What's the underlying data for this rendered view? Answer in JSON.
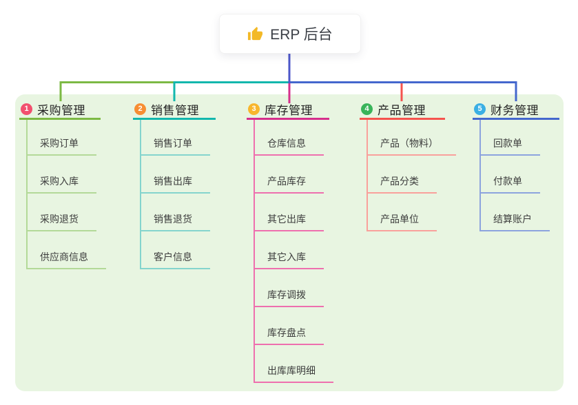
{
  "root": {
    "label": "ERP 后台",
    "icon": "thumbs-up",
    "icon_color": "#f3b927"
  },
  "panel": {
    "background": "#e8f5e1"
  },
  "connectors": {
    "root_color": "#4c56c9"
  },
  "branches": [
    {
      "badge": "1",
      "label": "采购管理",
      "badge_color": "#f2506e",
      "line_color": "#7cb944",
      "child_line_color": "#b3d998",
      "children": [
        "采购订单",
        "采购入库",
        "采购退货",
        "供应商信息"
      ]
    },
    {
      "badge": "2",
      "label": "销售管理",
      "badge_color": "#f78e33",
      "line_color": "#12b7ad",
      "child_line_color": "#84d4cd",
      "children": [
        "销售订单",
        "销售出库",
        "销售退货",
        "客户信息"
      ]
    },
    {
      "badge": "3",
      "label": "库存管理",
      "badge_color": "#f8b62d",
      "line_color": "#d62f8c",
      "child_line_color": "#ee6fae",
      "children": [
        "仓库信息",
        "产品库存",
        "其它出库",
        "其它入库",
        "库存调拨",
        "库存盘点",
        "出库库明细"
      ]
    },
    {
      "badge": "4",
      "label": "产品管理",
      "badge_color": "#39b45a",
      "line_color": "#f5534e",
      "child_line_color": "#f9a09b",
      "children": [
        "产品（物料）",
        "产品分类",
        "产品单位"
      ]
    },
    {
      "badge": "5",
      "label": "财务管理",
      "badge_color": "#3aafe4",
      "line_color": "#4467cd",
      "child_line_color": "#8ca3de",
      "children": [
        "回款单",
        "付款单",
        "结算账户"
      ]
    }
  ]
}
